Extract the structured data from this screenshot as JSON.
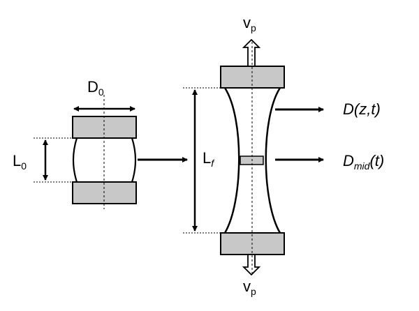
{
  "labels": {
    "d0": {
      "main": "D",
      "sub": "0"
    },
    "l0": {
      "main": "L",
      "sub": "0"
    },
    "lf": {
      "main": "L",
      "sub": "f"
    },
    "vp_top": {
      "main": "v",
      "sub": "p"
    },
    "vp_bottom": {
      "main": "v",
      "sub": "p"
    },
    "dzt": {
      "main": "D(z,t)"
    },
    "dmid": {
      "main": "D",
      "sub": "mid",
      "tail": "(t)"
    }
  },
  "colors": {
    "plate": "#c8c8c8",
    "stroke": "#000000",
    "background": "#ffffff"
  }
}
